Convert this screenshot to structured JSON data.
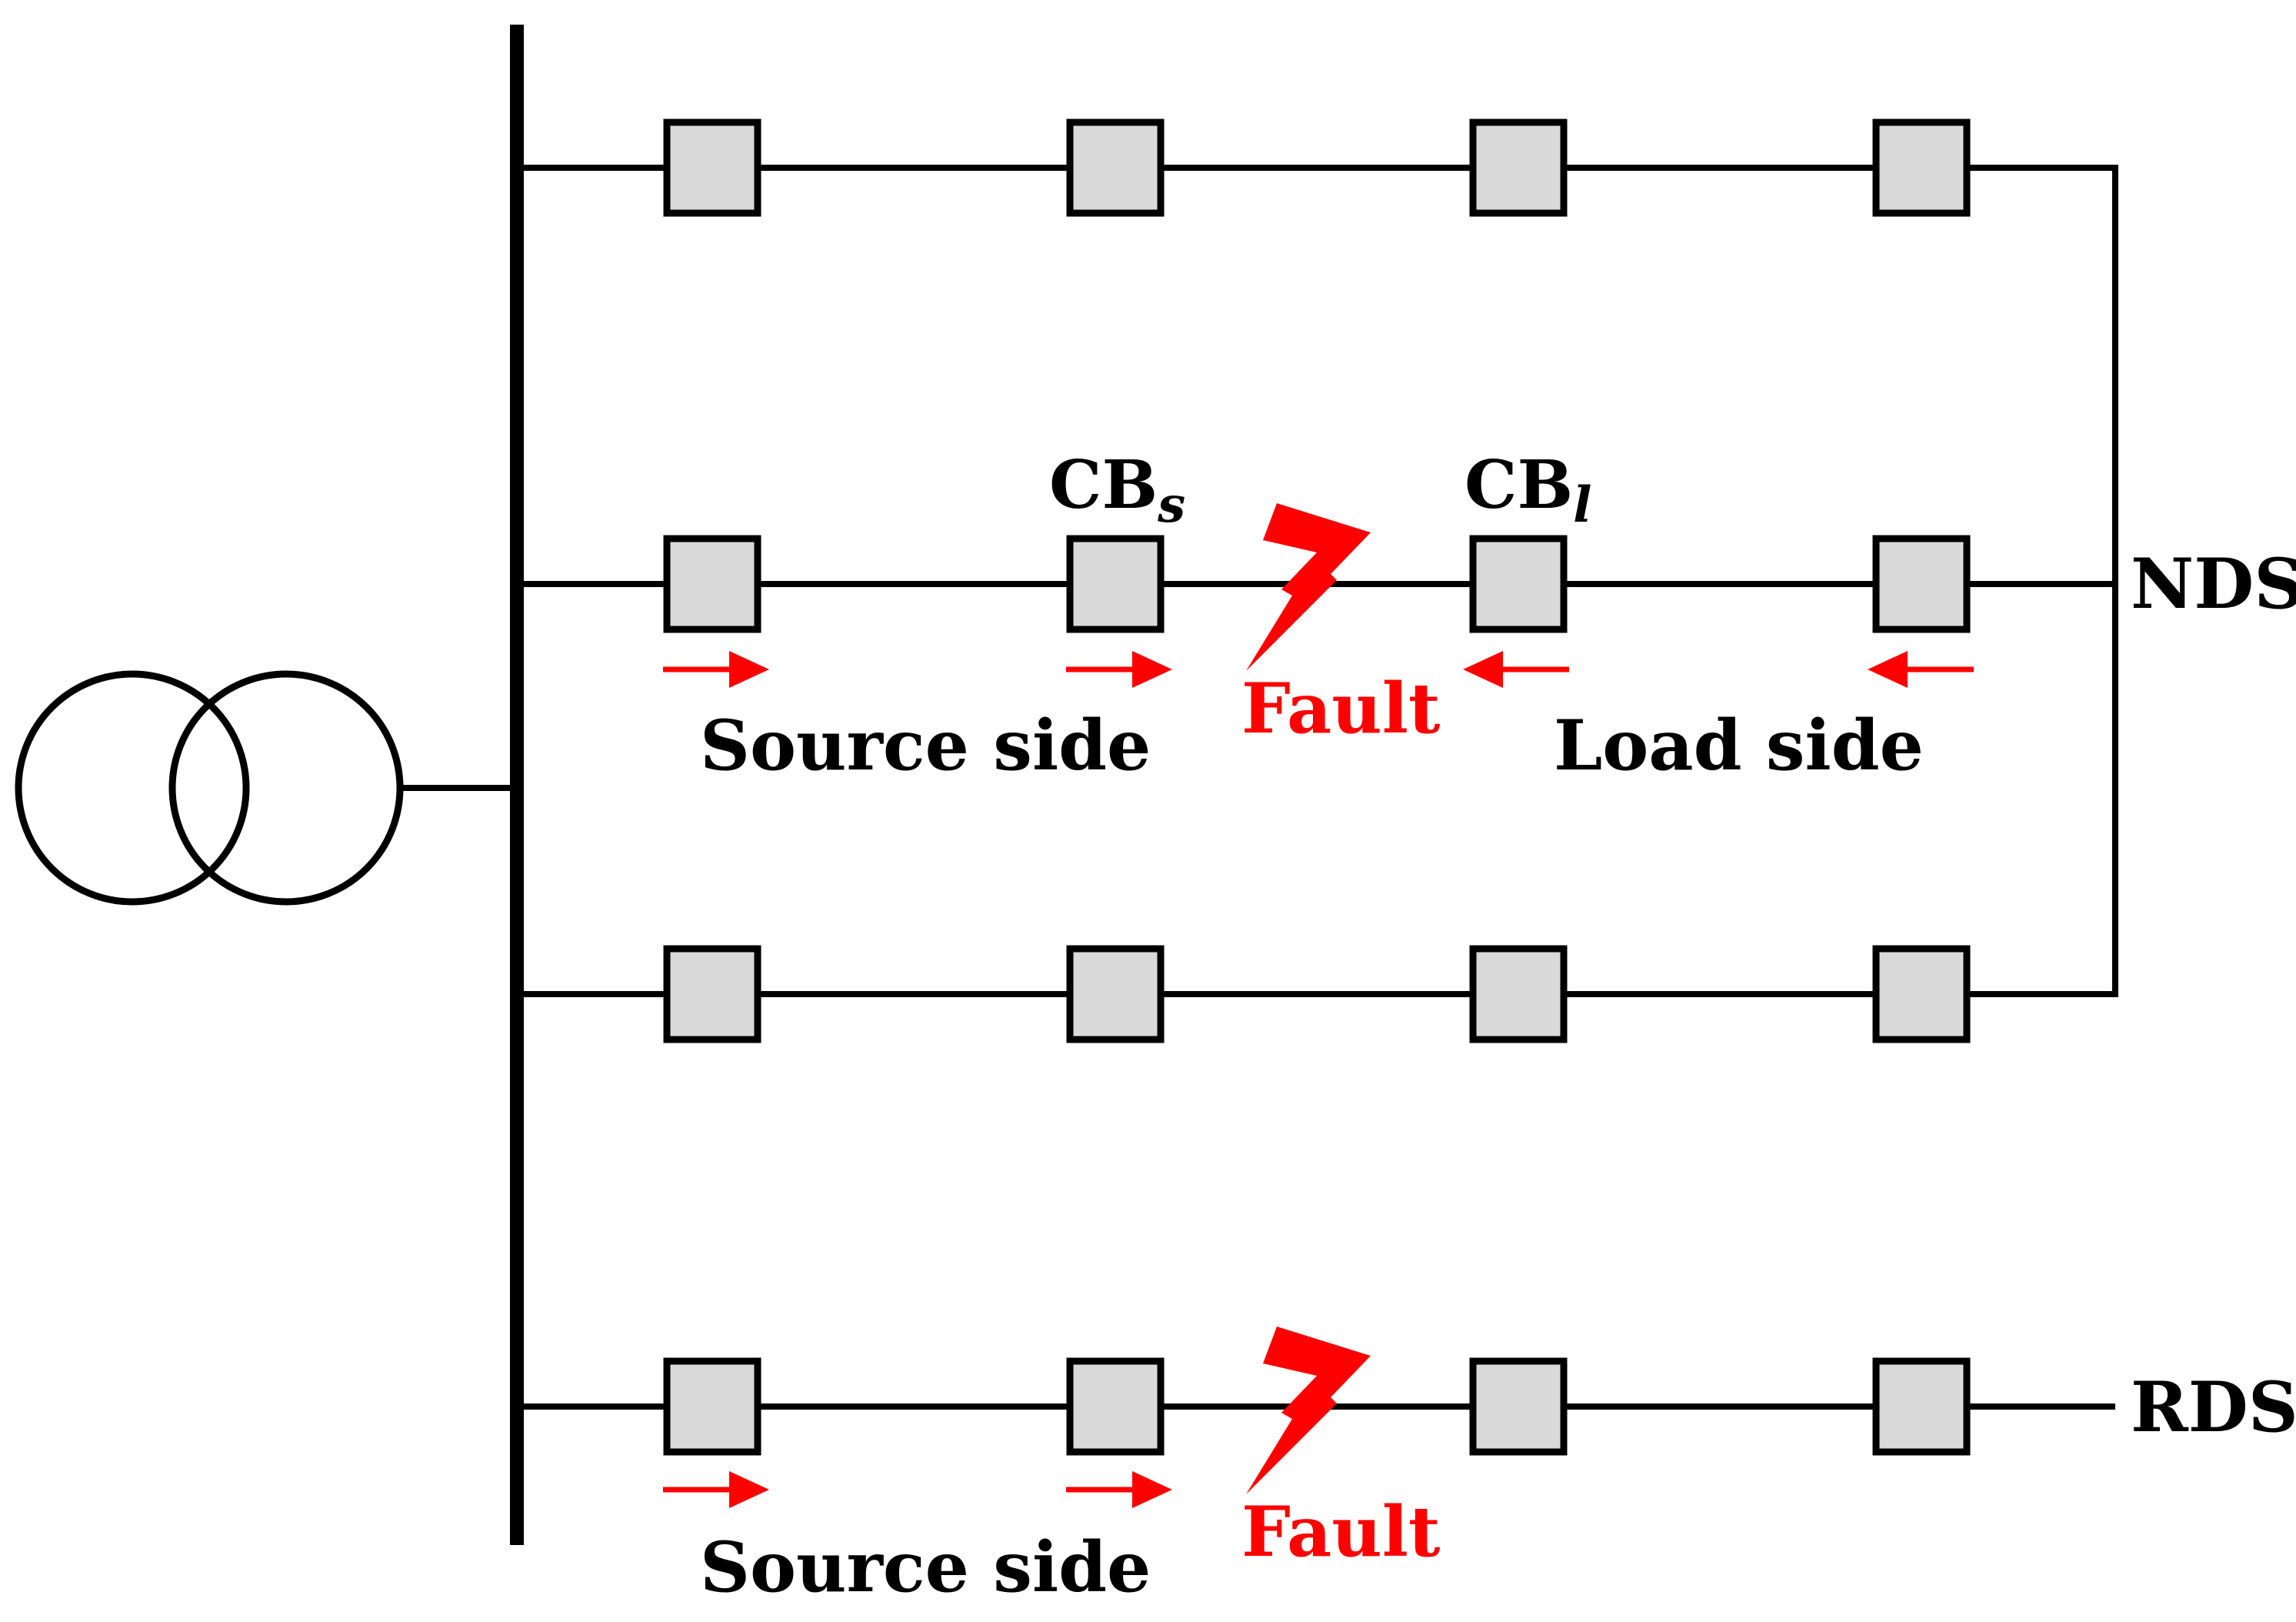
{
  "colors": {
    "line": "#000000",
    "breaker_fill": "#d9d9d9",
    "fault": "#ff0000",
    "arrow": "#ff0000"
  },
  "labels": {
    "nds": "NDS",
    "rds": "RDS",
    "cb_source_main": "CB",
    "cb_source_sub": "s",
    "cb_load_main": "CB",
    "cb_load_sub": "l",
    "source_side_nds": "Source side",
    "load_side_nds": "Load side",
    "source_side_rds": "Source side",
    "fault_nds": "Fault",
    "fault_rds": "Fault"
  },
  "feeders": [
    {
      "id": "feeder-1",
      "breakers": 4
    },
    {
      "id": "feeder-2",
      "breakers": 4,
      "fault": "between breaker 2 and 3"
    },
    {
      "id": "feeder-3",
      "breakers": 4
    },
    {
      "id": "feeder-4",
      "breakers": 4,
      "fault": "between breaker 2 and 3"
    }
  ],
  "icons": {
    "transformer": "transformer-icon",
    "fault": "lightning-bolt-icon",
    "breaker": "circuit-breaker-icon",
    "arrow_right": "arrow-right-icon",
    "arrow_left": "arrow-left-icon"
  }
}
